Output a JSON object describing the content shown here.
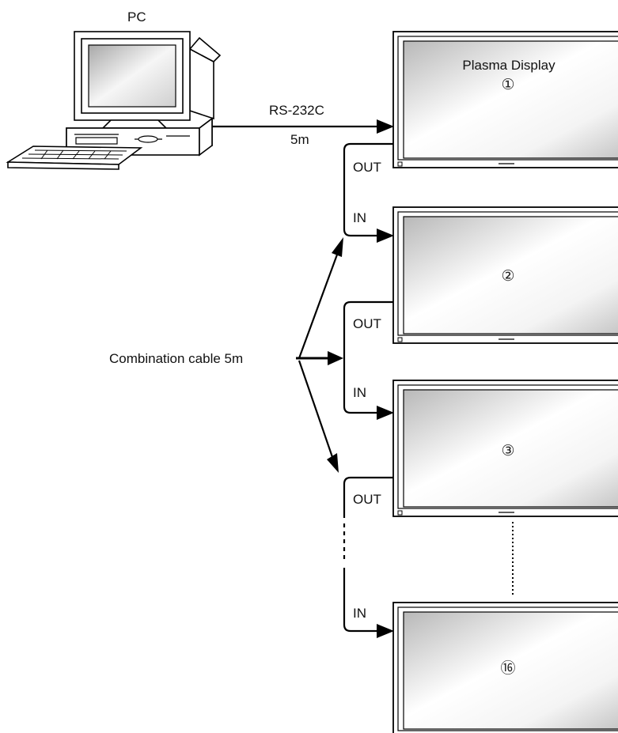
{
  "pc": {
    "label": "PC"
  },
  "cable_main": {
    "type_label": "RS-232C",
    "length_label": "5m"
  },
  "combination_cable": {
    "label": "Combination cable 5m"
  },
  "ports": {
    "out": "OUT",
    "in": "IN"
  },
  "displays": [
    {
      "title": "Plasma Display",
      "number": "①"
    },
    {
      "title": "",
      "number": "②"
    },
    {
      "title": "",
      "number": "③"
    },
    {
      "title": "",
      "number": "⑯"
    }
  ]
}
